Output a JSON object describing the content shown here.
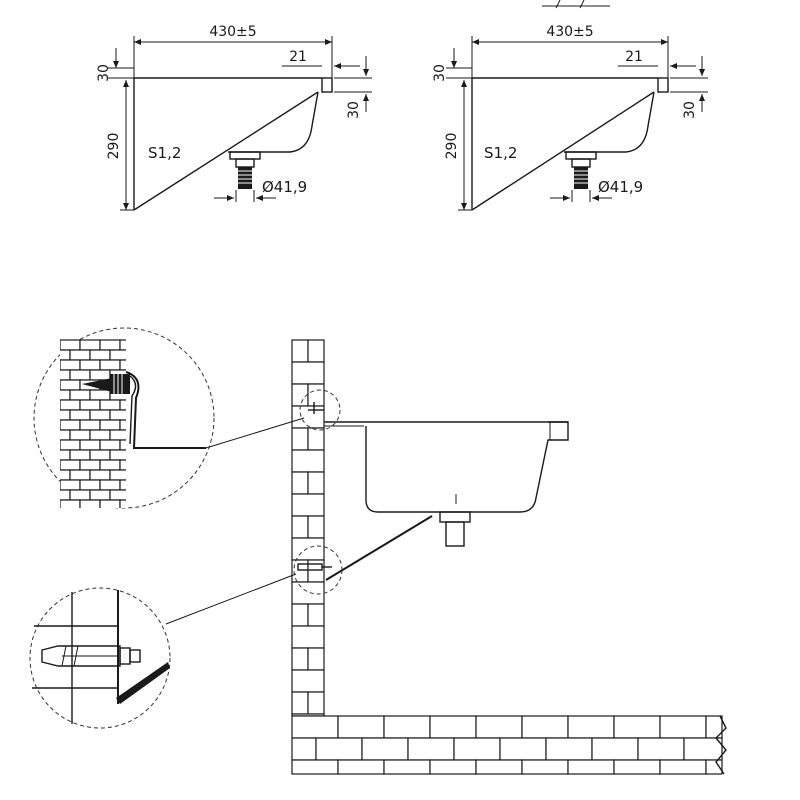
{
  "drawing_top_left": {
    "width_dim": "430±5",
    "lip_dim": "21",
    "top_thickness_dim": "30",
    "height_dim": "290",
    "drop_dim": "30",
    "material_label": "S1,2",
    "drain_dim": "Ø41,9"
  },
  "drawing_top_right": {
    "width_dim": "430±5",
    "lip_dim": "21",
    "top_thickness_dim": "30",
    "height_dim": "290",
    "drop_dim": "30",
    "material_label": "S1,2",
    "drain_dim": "Ø41,9"
  },
  "colors": {
    "line": "#1a1a1a",
    "background": "#ffffff"
  }
}
